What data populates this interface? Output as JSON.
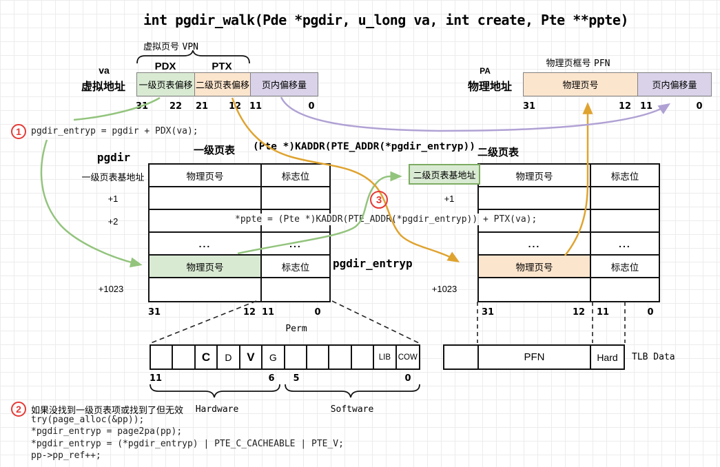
{
  "title": "int pgdir_walk(Pde *pgdir, u_long va, int create, Pte **ppte)",
  "va": {
    "name_short": "va",
    "name": "虚拟地址",
    "vpn_label_zh": "虚拟页号",
    "vpn_label_en": "VPN",
    "pdx": "PDX",
    "ptx": "PTX",
    "segments": [
      "一级页表偏移",
      "二级页表偏移",
      "页内偏移量"
    ],
    "bits": [
      "31",
      "22",
      "21",
      "12",
      "11",
      "0"
    ]
  },
  "pa": {
    "name_short": "PA",
    "name": "物理地址",
    "pfn_label_zh": "物理页框号",
    "pfn_label_en": "PFN",
    "segments": [
      "物理页号",
      "页内偏移量"
    ],
    "bits": [
      "31",
      "12",
      "11",
      "0"
    ]
  },
  "steps": {
    "s1_num": "1",
    "s1_code": "pgdir_entryp = pgdir + PDX(va);",
    "s2_num": "2",
    "s2_intro": "如果没找到一级页表项或找到了但无效",
    "s2_lines": [
      "try(page_alloc(&pp));",
      "*pgdir_entryp = page2pa(pp);",
      "*pgdir_entryp = (*pgdir_entryp) | PTE_C_CACHEABLE | PTE_V;",
      "pp->pp_ref++;"
    ],
    "s3_num": "3"
  },
  "labels": {
    "pgdir": "pgdir",
    "lvl1_header": "一级页表",
    "kaddr_expr": "(Pte *)KADDR(PTE_ADDR(*pgdir_entryp))",
    "lvl2_header": "二级页表",
    "ppte_code": "*ppte = (Pte *)KADDR(PTE_ADDR(*pgdir_entryp)) + PTX(va);",
    "pgdir_entryp": "pgdir_entryp",
    "perm": "Perm",
    "hardware": "Hardware",
    "software": "Software",
    "tlb_data": "TLB Data"
  },
  "pgdir_table": {
    "row_labels": [
      "一级页表基地址",
      "+1",
      "+2",
      "",
      "",
      "+1023"
    ],
    "rows": [
      [
        "物理页号",
        "标志位"
      ],
      [
        "",
        ""
      ],
      [
        "",
        ""
      ],
      [
        "...",
        "..."
      ],
      [
        "物理页号",
        "标志位"
      ],
      [
        "",
        ""
      ]
    ],
    "highlight_row": 4,
    "bits": [
      "31",
      "12",
      "11",
      "0"
    ]
  },
  "pt2_table": {
    "base_label": "二级页表基地址",
    "row_labels": [
      "",
      "+1",
      "",
      "",
      "",
      "+1023"
    ],
    "rows": [
      [
        "物理页号",
        "标志位"
      ],
      [
        "",
        ""
      ],
      [
        "",
        ""
      ],
      [
        "...",
        "..."
      ],
      [
        "物理页号",
        "标志位"
      ],
      [
        "",
        ""
      ]
    ],
    "highlight_row": 4,
    "bits": [
      "31",
      "12",
      "11",
      "0"
    ]
  },
  "perm_box": {
    "cells": [
      "",
      "",
      "C",
      "D",
      "V",
      "G",
      "",
      "",
      "",
      "",
      "LIB",
      "COW"
    ],
    "bits": [
      "11",
      "6",
      "5",
      "0"
    ]
  },
  "tlb_box": {
    "cells": [
      "",
      "PFN",
      "Hard"
    ]
  },
  "colors": {
    "green_fill": "#d9ead3",
    "orange_fill": "#fce5cd",
    "purple_fill": "#d9d2e9",
    "green_stroke": "#93c47d",
    "orange_stroke": "#dfa32f",
    "purple_stroke": "#b0a1d4",
    "green_border": "#7cab61",
    "red": "#e53935"
  }
}
